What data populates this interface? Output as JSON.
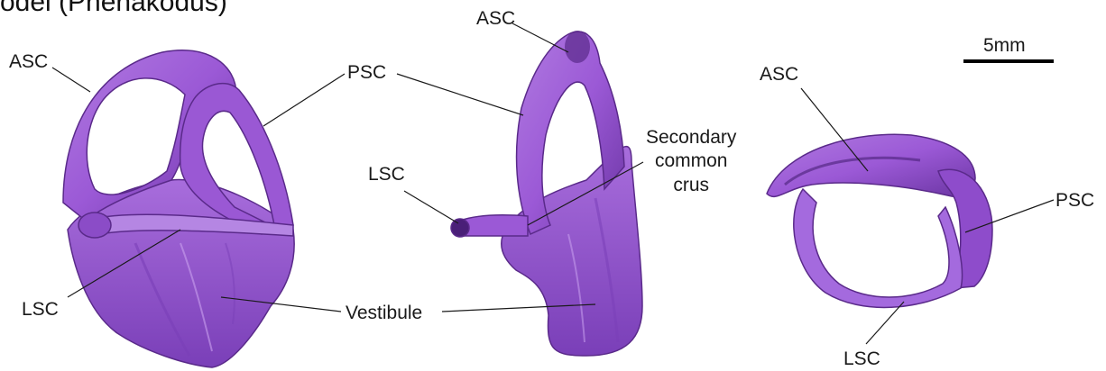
{
  "header": {
    "title_fragment": "odel (Phenakodus)"
  },
  "scale_bar": {
    "label": "5mm"
  },
  "left_view": {
    "asc": "ASC",
    "psc": "PSC",
    "lsc": "LSC"
  },
  "middle_view": {
    "asc": "ASC",
    "lsc": "LSC",
    "secondary_common_crus": [
      "Secondary",
      "common",
      "crus"
    ]
  },
  "shared": {
    "vestibule": "Vestibule"
  },
  "right_view": {
    "asc": "ASC",
    "psc": "PSC",
    "lsc": "LSC"
  },
  "colors": {
    "model_fill": "#9b59d6",
    "model_dark": "#5a2a8a",
    "model_light": "#c9a0ee",
    "leader_line": "#1a1a1a",
    "scale_bar": "#000000"
  }
}
